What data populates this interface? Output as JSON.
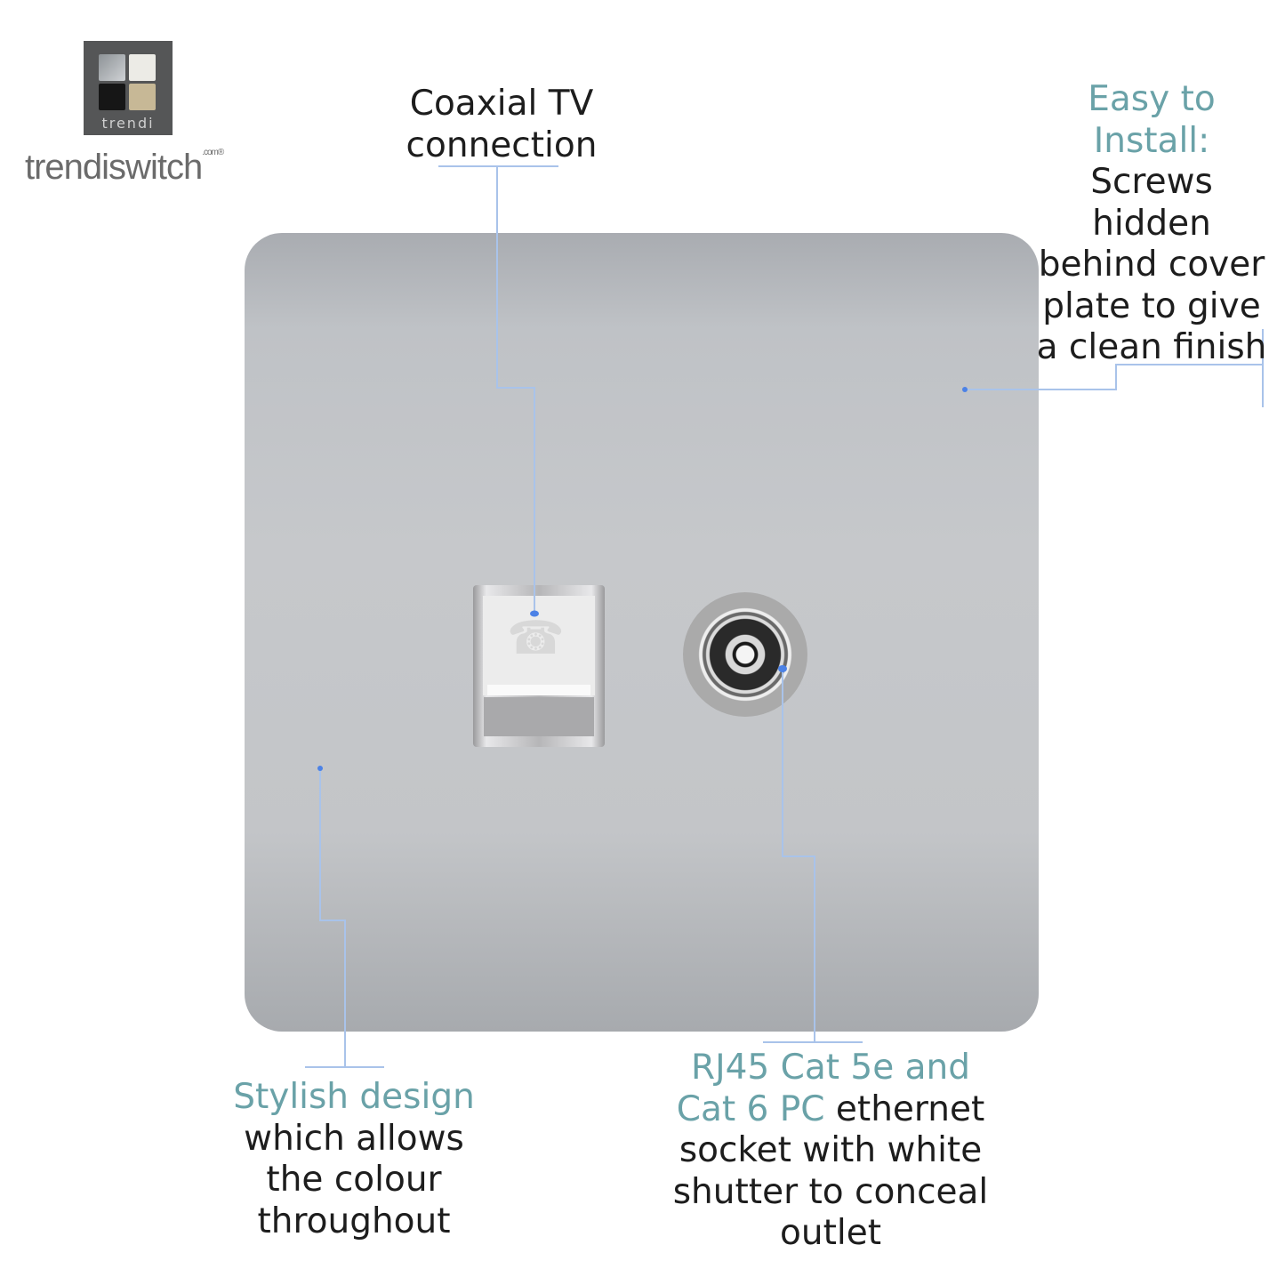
{
  "brand": {
    "logo_text": "trendi",
    "wordmark": "trendiswitch",
    "wordmark_suffix": ".com®"
  },
  "callouts": {
    "coaxial": {
      "lines": [
        "Coaxial TV",
        "connection"
      ]
    },
    "install": {
      "heading": [
        "Easy to",
        "Install:"
      ],
      "body": [
        "Screws",
        "hidden",
        "behind cover",
        "plate to give",
        "a clean finish"
      ]
    },
    "stylish": {
      "heading": "Stylish design",
      "body": [
        "which allows",
        "the colour",
        "throughout"
      ]
    },
    "rj45": {
      "heading_1": "RJ45 Cat 5e and",
      "heading_2": "Cat 6 PC",
      "body_2": " ethernet",
      "body": [
        "socket with white",
        "shutter to conceal",
        "outlet"
      ]
    }
  },
  "colors": {
    "accent_text": "#6aa2a8",
    "leader_line": "#a9c3ea",
    "leader_dot": "#4c82e6",
    "plate": "#c4c6c9"
  },
  "icons": [
    "trendi-logo",
    "telephone-icon"
  ]
}
